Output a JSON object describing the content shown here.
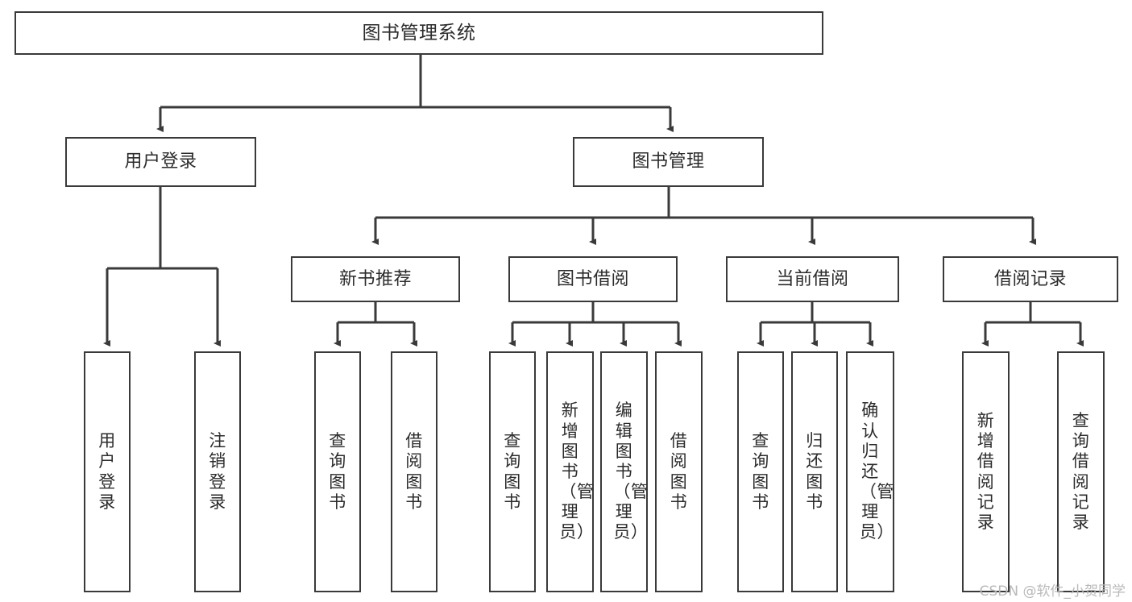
{
  "diagram": {
    "title": "图书管理系统",
    "watermark": "CSDN @软件_小贺同学",
    "colors": {
      "background": "#ffffff",
      "stroke": "#3a3a3a",
      "text": "#2b2b2b",
      "watermark": "#b9b9b9"
    },
    "root": {
      "label": "图书管理系统"
    },
    "level2": [
      {
        "label": "用户登录"
      },
      {
        "label": "图书管理"
      }
    ],
    "level3": [
      {
        "label": "新书推荐"
      },
      {
        "label": "图书借阅"
      },
      {
        "label": "当前借阅"
      },
      {
        "label": "借阅记录"
      }
    ],
    "leaves": {
      "user_login": [
        {
          "label": "用户登录"
        },
        {
          "label": "注销登录"
        }
      ],
      "new_book": [
        {
          "label": "查询图书"
        },
        {
          "label": "借阅图书"
        }
      ],
      "book_borrow": [
        {
          "label": "查询图书"
        },
        {
          "label": "新增图书（管理员）"
        },
        {
          "label": "编辑图书（管理员）"
        },
        {
          "label": "借阅图书"
        }
      ],
      "current_borrow": [
        {
          "label": "查询图书"
        },
        {
          "label": "归还图书"
        },
        {
          "label": "确认归还（管理员）"
        }
      ],
      "borrow_record": [
        {
          "label": "新增借阅记录"
        },
        {
          "label": "查询借阅记录"
        }
      ]
    }
  }
}
